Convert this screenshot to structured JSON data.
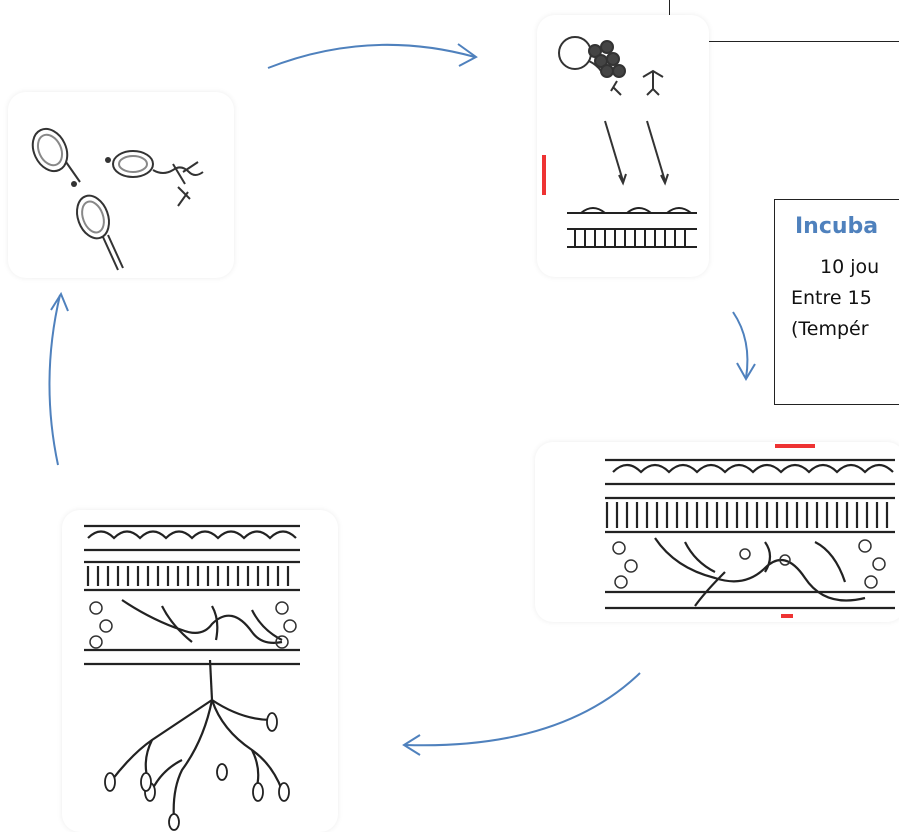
{
  "incubation_box": {
    "title": "Incuba",
    "lines": [
      "10 jou",
      "Entre 15",
      "(Tempér"
    ]
  },
  "stages": [
    "spores-germination",
    "infection-penetration",
    "leaf-tissue-invasion",
    "mycelium-sporulation"
  ],
  "colors": {
    "arrow": "#4f81bd",
    "title": "#4f81bd",
    "line_art": "#333333"
  }
}
